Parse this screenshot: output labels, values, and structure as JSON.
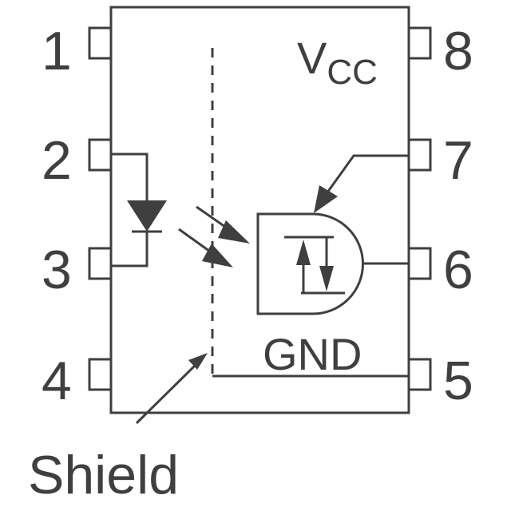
{
  "diagram": {
    "title": "Optocoupler pinout",
    "colors": {
      "line": "#3f3f3f",
      "background": "#ffffff"
    },
    "pins": {
      "p1": "1",
      "p2": "2",
      "p3": "3",
      "p4": "4",
      "p5": "5",
      "p6": "6",
      "p7": "7",
      "p8": "8"
    },
    "labels": {
      "vcc_main": "V",
      "vcc_sub": "CC",
      "gnd": "GND",
      "shield": "Shield"
    },
    "components": {
      "led": "LED (input diode, pins 2-3)",
      "detector": "Photodetector gate (output pin 6)",
      "shield": "Faraday shield (dashed, tied to pin 5)"
    }
  }
}
